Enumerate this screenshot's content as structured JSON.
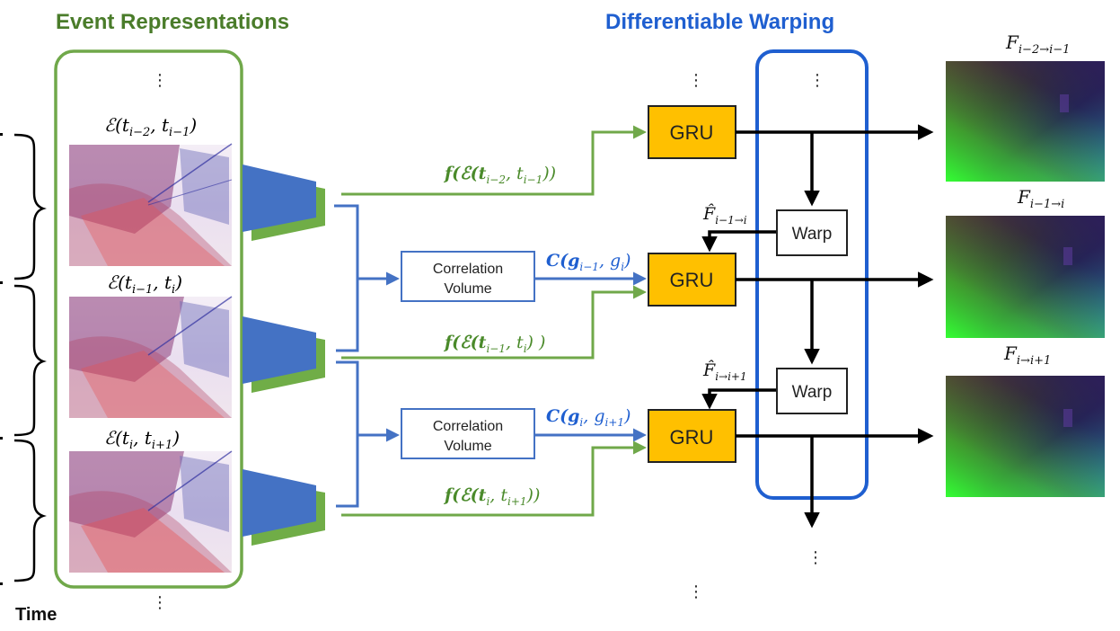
{
  "titles": {
    "left": "Event Representations",
    "right": "Differentiable Warping"
  },
  "time_label": "Time",
  "event_labels": [
    "ℰ(t",
    "ℰ(t",
    "ℰ(t"
  ],
  "feature_labels": [
    "f(ℰ(t",
    "f(ℰ(t",
    "f(ℰ(t"
  ],
  "correlation": {
    "line1": "Correlation",
    "line2": "Volume"
  },
  "correlation_labels": [
    "C(g",
    "C(g"
  ],
  "gru_label": "GRU",
  "warp_label": "Warp",
  "flow_labels": [
    "F",
    "F",
    "F"
  ],
  "warped_flow_labels": [
    "F̂",
    "F̂"
  ],
  "ellipsis": "⋮",
  "colors": {
    "green": "#70a84a",
    "blue": "#4472c4",
    "dark_blue": "#1f5fd0",
    "gru_fill": "#ffc000",
    "encoder_blue": "#4472c4",
    "encoder_green": "#70ad47"
  }
}
